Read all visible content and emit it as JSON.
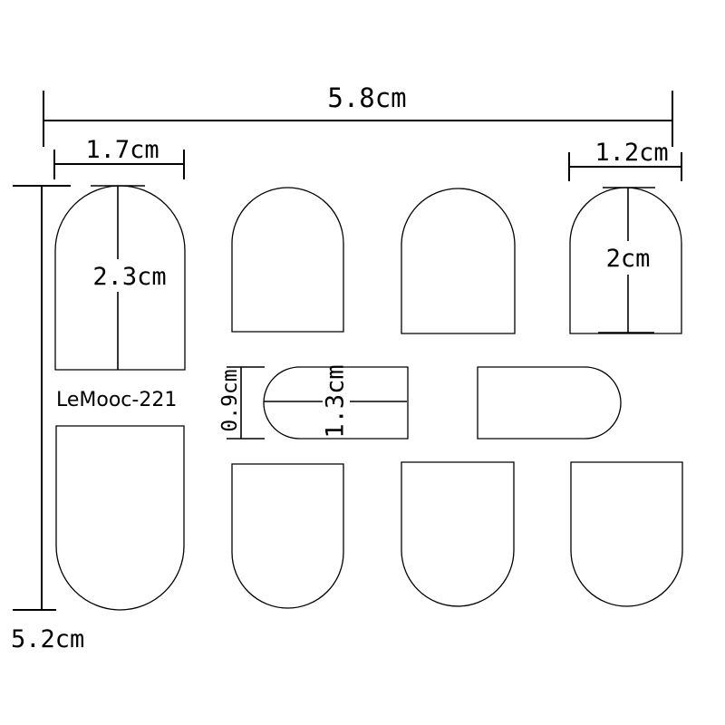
{
  "labels": {
    "total_width": "5.8cm",
    "large_width": "1.7cm",
    "small_width": "1.2cm",
    "large_height": "2.3cm",
    "small_height": "2cm",
    "pill_length": "1.3cm",
    "pill_height": "0.9cm",
    "total_height": "5.2cm",
    "brand": "LeMooc-221"
  },
  "colors": {
    "stroke": "#000000",
    "background": "#ffffff"
  }
}
